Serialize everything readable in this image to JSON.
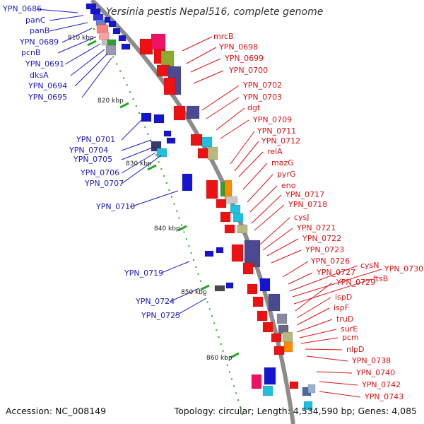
{
  "title": "Yersinia pestis Nepal516, complete genome",
  "footer": {
    "accession": "Accession: NC_008149",
    "summary": "Topology: circular; Length: 4,534,590 bp; Genes: 4,085"
  },
  "colors": {
    "left_label": "#1a1acc",
    "right_label": "#e01010",
    "backbone": "#8c8c8c",
    "tick": "#22aa22"
  },
  "ticks": [
    "810 kbp",
    "820 kbp",
    "830 kbp",
    "840 kbp",
    "850 kbp",
    "860 kbp"
  ],
  "left_genes": [
    "YPN_0686",
    "panC",
    "panB",
    "YPN_0689",
    "pcnB",
    "YPN_0691",
    "dksA",
    "YPN_0694",
    "YPN_0695",
    "YPN_0701",
    "YPN_0704",
    "YPN_0705",
    "YPN_0706",
    "YPN_0707",
    "YPN_0710",
    "YPN_0719",
    "YPN_0724",
    "YPN_0725"
  ],
  "right_genes": [
    "mrcB",
    "YPN_0698",
    "YPN_0699",
    "YPN_0700",
    "YPN_0702",
    "YPN_0703",
    "dgt",
    "YPN_0709",
    "YPN_0711",
    "YPN_0712",
    "relA",
    "mazG",
    "pyrG",
    "eno",
    "YPN_0717",
    "YPN_0718",
    "cysJ",
    "YPN_0721",
    "YPN_0722",
    "YPN_0723",
    "YPN_0726",
    "YPN_0727",
    "cysN",
    "YPN_0730",
    "ftsB",
    "YPN_0729",
    "ispD",
    "ispF",
    "truD",
    "surE",
    "pcm",
    "nlpD",
    "YPN_0738",
    "YPN_0740",
    "YPN_0742",
    "YPN_0743"
  ]
}
